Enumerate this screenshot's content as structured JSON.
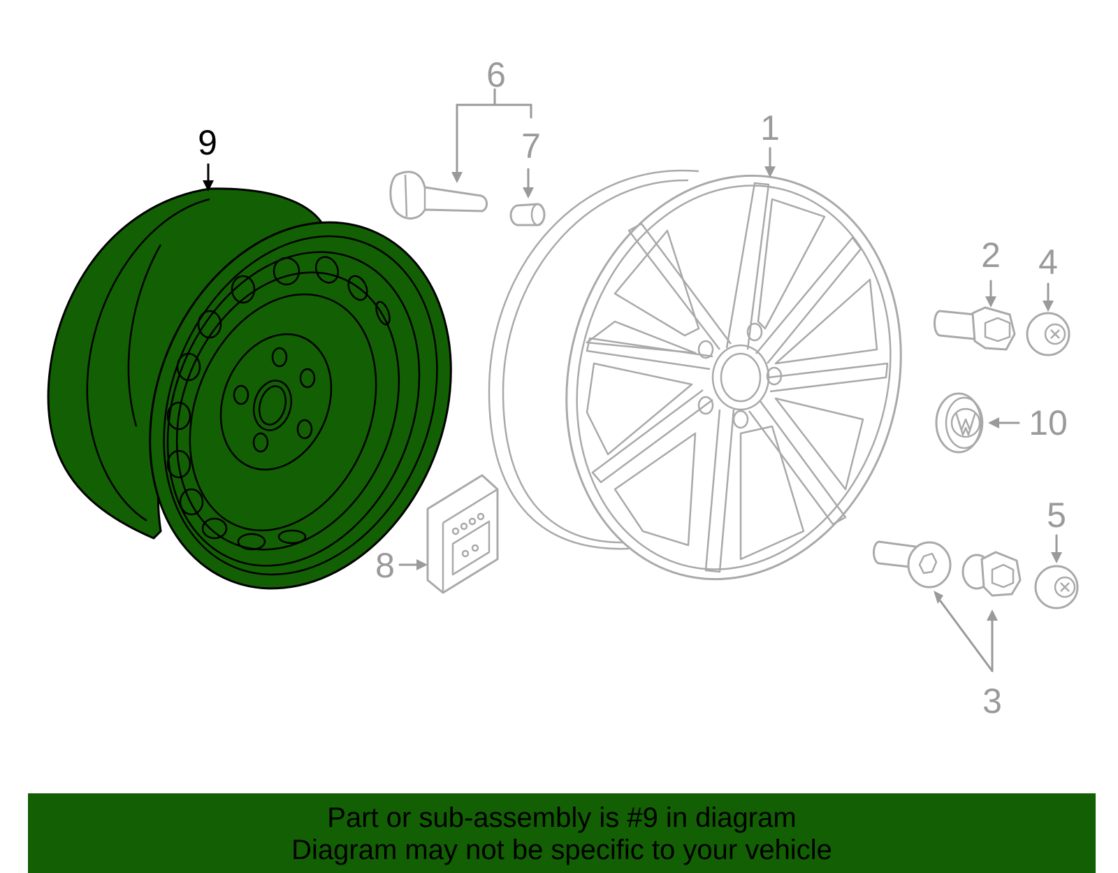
{
  "callouts": {
    "c1": "1",
    "c2": "2",
    "c3": "3",
    "c4": "4",
    "c5": "5",
    "c6": "6",
    "c7": "7",
    "c8": "8",
    "c9": "9",
    "c10": "10"
  },
  "highlighted_part": "9",
  "colors": {
    "highlight": "#126003",
    "line_grey": "#9a9a9a",
    "outline": "#000000"
  },
  "banner": {
    "line1": "Part or sub-assembly is #9 in diagram",
    "line2": "Diagram may not be specific to your vehicle"
  }
}
